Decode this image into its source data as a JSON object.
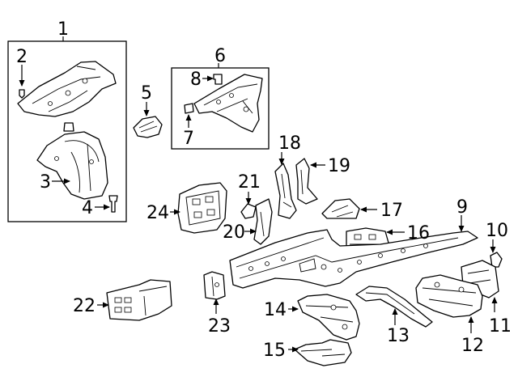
{
  "diagram": {
    "callouts": [
      "1",
      "2",
      "3",
      "4",
      "5",
      "6",
      "7",
      "8",
      "9",
      "10",
      "11",
      "12",
      "13",
      "14",
      "15",
      "16",
      "17",
      "18",
      "19",
      "20",
      "21",
      "22",
      "23",
      "24"
    ]
  },
  "colors": {
    "line": "#000000",
    "background": "#ffffff"
  }
}
